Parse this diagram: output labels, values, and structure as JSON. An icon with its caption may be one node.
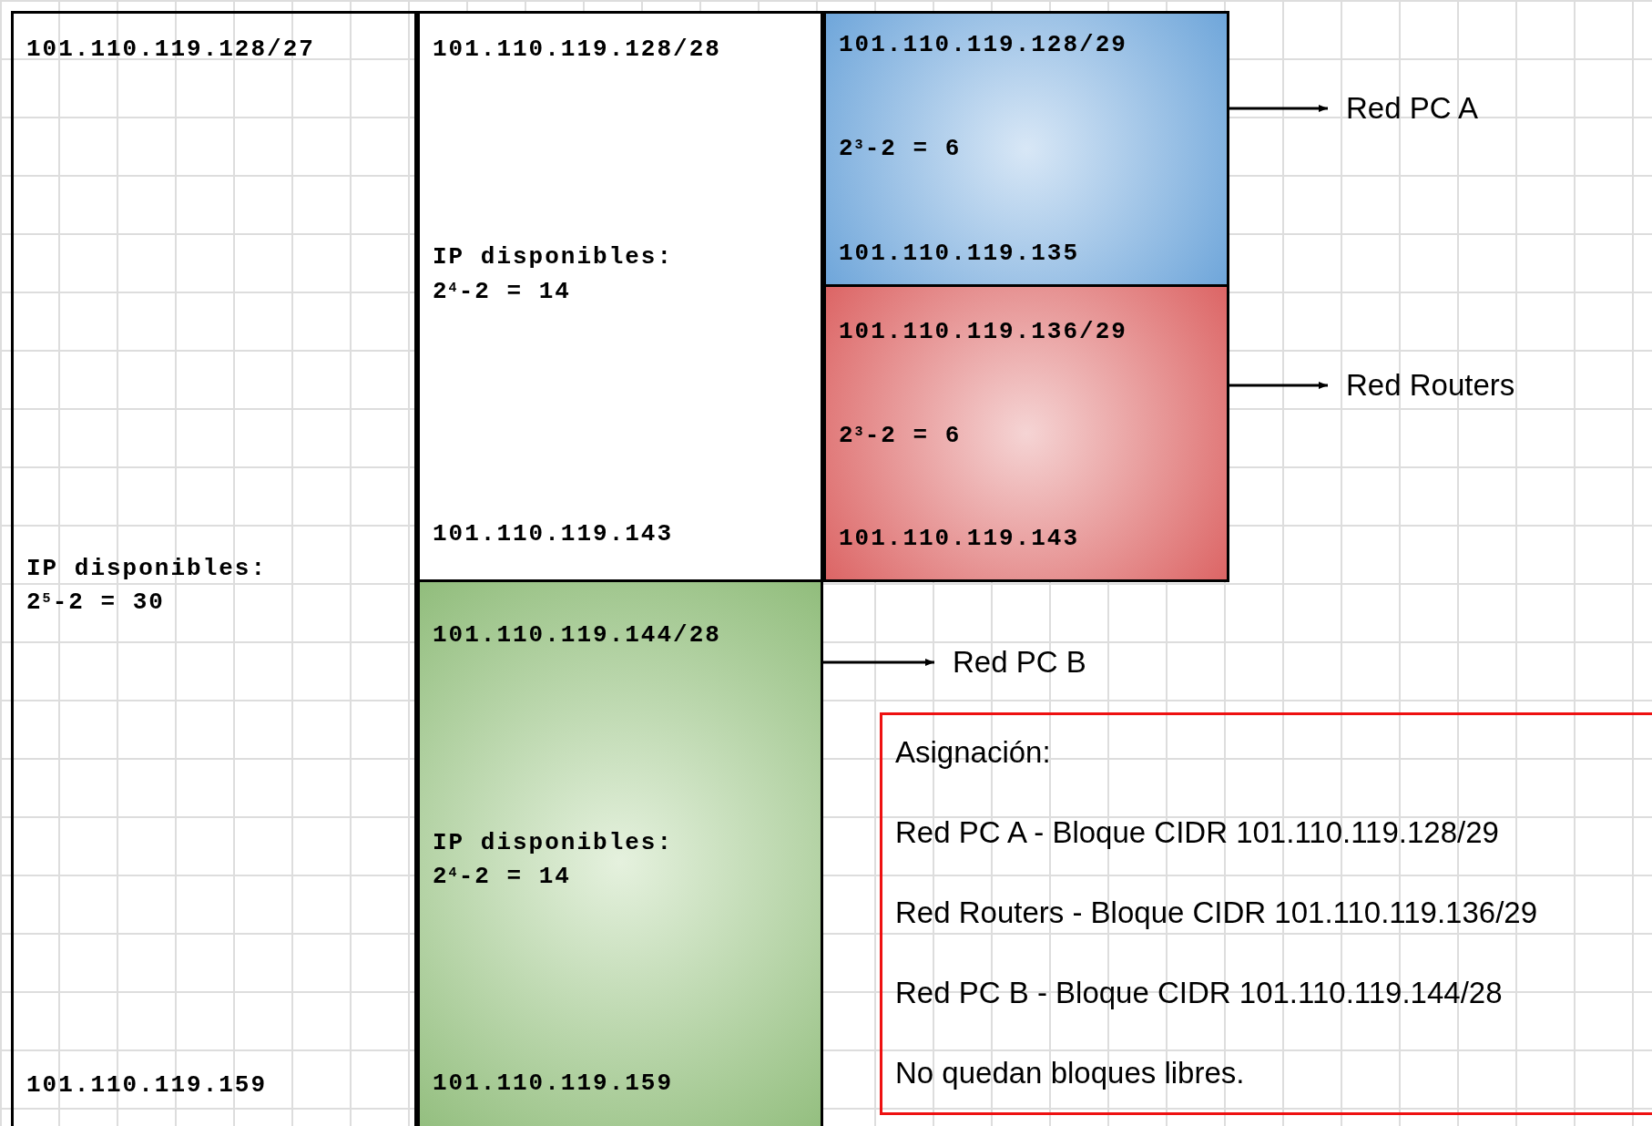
{
  "diagram": {
    "nodes": [
      {
        "text": [
          "101.110.119.128/27",
          "IP disponibles:",
          "2$^{5}$-2 = 30",
          "101.110.119.159"
        ]
      },
      {
        "text": [
          "101.110.119.128/28",
          "IP disponibles:",
          "2$^{4}$-2 = 14",
          "101.110.119.143"
        ]
      },
      {
        "text": [
          "101.110.119.128/29",
          "2$^{3}$-2 = 6",
          "101.110.119.135"
        ]
      },
      {
        "text": [
          "Red PC A"
        ]
      },
      {
        "text": [
          "101.110.119.136/29",
          "2$^{3}$-2 = 6",
          "101.110.119.143"
        ]
      },
      {
        "text": [
          "Red Routers"
        ]
      },
      {
        "text": [
          "101.110.119.144/28",
          "IP disponibles:",
          "2$^{4}$-2 = 14",
          "101.110.119.159"
        ]
      },
      {
        "text": [
          "Red PC B"
        ]
      },
      {
        "text": [
          "Asignación:",
          "Red PC A - Bloque CIDR 101.110.119.128/29",
          "Red Routers - Bloque CIDR 101.110.119.136/29",
          "Red PC B - Bloque CIDR 101.110.119.144/28",
          "No quedan bloques libres."
        ]
      }
    ],
    "edges": [
      {
        "from": 2,
        "to": 3,
        "arrow": "to"
      },
      {
        "from": 4,
        "to": 5,
        "arrow": "to"
      },
      {
        "from": 6,
        "to": 7,
        "arrow": "to"
      }
    ]
  }
}
